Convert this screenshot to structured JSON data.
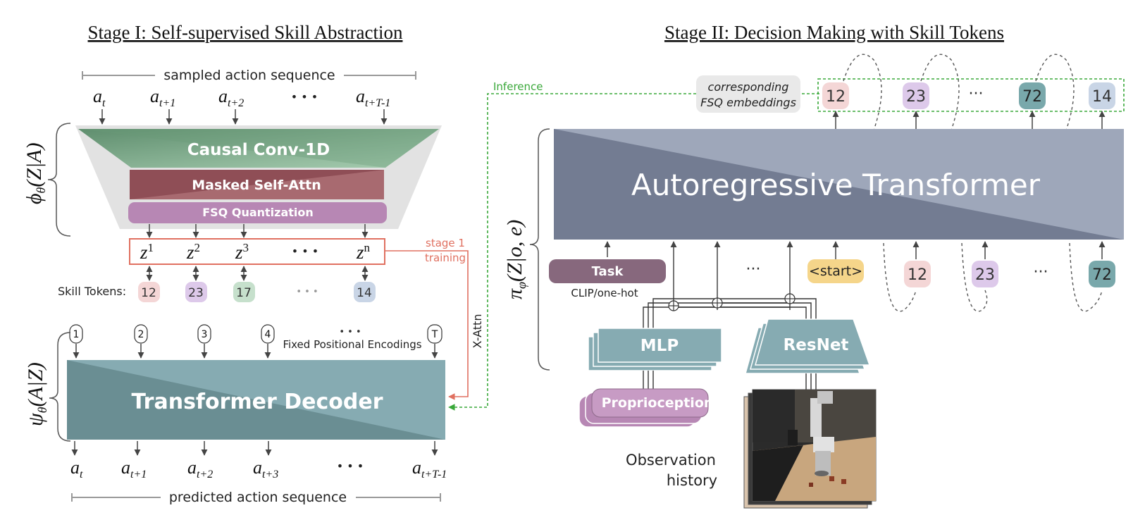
{
  "stage1": {
    "title": "Stage I: Self-supervised Skill Abstraction",
    "sampled_label": "sampled action sequence",
    "inputs": {
      "a0": "a",
      "a0_sub": "t",
      "a1": "a",
      "a1_sub": "t+1",
      "a2": "a",
      "a2_sub": "t+2",
      "a3": "a",
      "a3_sub": "t+T-1"
    },
    "dots": "• • •",
    "encoder_label_main": "ϕ",
    "encoder_label_sub": "θ",
    "encoder_label_rest": "(Z|A)",
    "causal_conv": "Causal Conv-1D",
    "masked_attn": "Masked Self-Attn",
    "fsq": "FSQ Quantization",
    "z": {
      "z1": "z",
      "z1_sup": "1",
      "z2": "z",
      "z2_sup": "2",
      "z3": "z",
      "z3_sup": "3",
      "zn": "z",
      "zn_sup": "n"
    },
    "stage1_training_1": "stage 1",
    "stage1_training_2": "training",
    "skill_tokens_label": "Skill Tokens:",
    "skill_tokens": [
      "12",
      "23",
      "17",
      "14"
    ],
    "positions": [
      "1",
      "2",
      "3",
      "4",
      "T"
    ],
    "fixed_pos": "Fixed Positional Encodings",
    "xattn": "X-Attn",
    "decoder_label_main": "ψ",
    "decoder_label_sub": "θ",
    "decoder_label_rest": "(A|Z)",
    "decoder": "Transformer Decoder",
    "outputs": {
      "b0": "a",
      "b0_sub": "t",
      "b1": "a",
      "b1_sub": "t+1",
      "b2": "a",
      "b2_sub": "t+2",
      "b3": "a",
      "b3_sub": "t+3",
      "b4": "a",
      "b4_sub": "t+T-1"
    },
    "predicted_label": "predicted action sequence"
  },
  "stage2": {
    "title": "Stage II: Decision Making with Skill Tokens",
    "inference": "Inference",
    "corresponding_1": "corresponding",
    "corresponding_2": "FSQ embeddings",
    "out_tokens": [
      "12",
      "23",
      "72",
      "14"
    ],
    "dots": "···",
    "policy_label_main": "π",
    "policy_label_sub": "φ",
    "policy_label_rest": "(Z|o, e)",
    "transformer": "Autoregressive Transformer",
    "task": "Task",
    "clip": "CLIP/one-hot",
    "start": "<start>",
    "in_tokens": [
      "12",
      "23",
      "72"
    ],
    "mlp": "MLP",
    "resnet": "ResNet",
    "proprio": "Proprioception",
    "obs_1": "Observation",
    "obs_2": "history"
  },
  "colors": {
    "token_pink": "#f4d6d6",
    "token_purple": "#ddc9ea",
    "token_green": "#c6e0cc",
    "token_blue": "#c9d5e6",
    "token_teal": "#79a8ab",
    "red_line": "#e07060",
    "green_dash": "#3aa83a",
    "task_purple": "#87687d",
    "start_yellow": "#f5d58a"
  }
}
